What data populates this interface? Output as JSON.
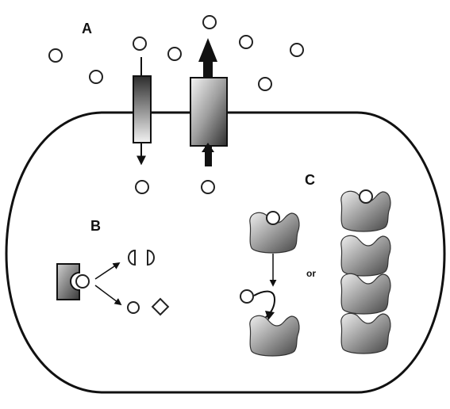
{
  "diagram": {
    "panels": [
      {
        "id": "A",
        "label": "A",
        "description_visible": ""
      },
      {
        "id": "B",
        "label": "B",
        "description_visible": ""
      },
      {
        "id": "C",
        "label": "C",
        "description_visible": ""
      }
    ],
    "or_label": "or",
    "colors": {
      "outline": "#111111",
      "background": "#ffffff",
      "molecule_fill": "#ffffff",
      "protein_light": "#e6e6e6",
      "protein_mid": "#9a9a9a",
      "protein_dark": "#3f3f3f"
    },
    "icons": {
      "molecule": "small-circle",
      "channel": "gradient-rectangle",
      "pump": "gradient-rectangle-with-arrows",
      "receptor": "notched-square",
      "products": "half-circles-and-diamond",
      "enzyme": "kidney-shaped-protein"
    }
  }
}
